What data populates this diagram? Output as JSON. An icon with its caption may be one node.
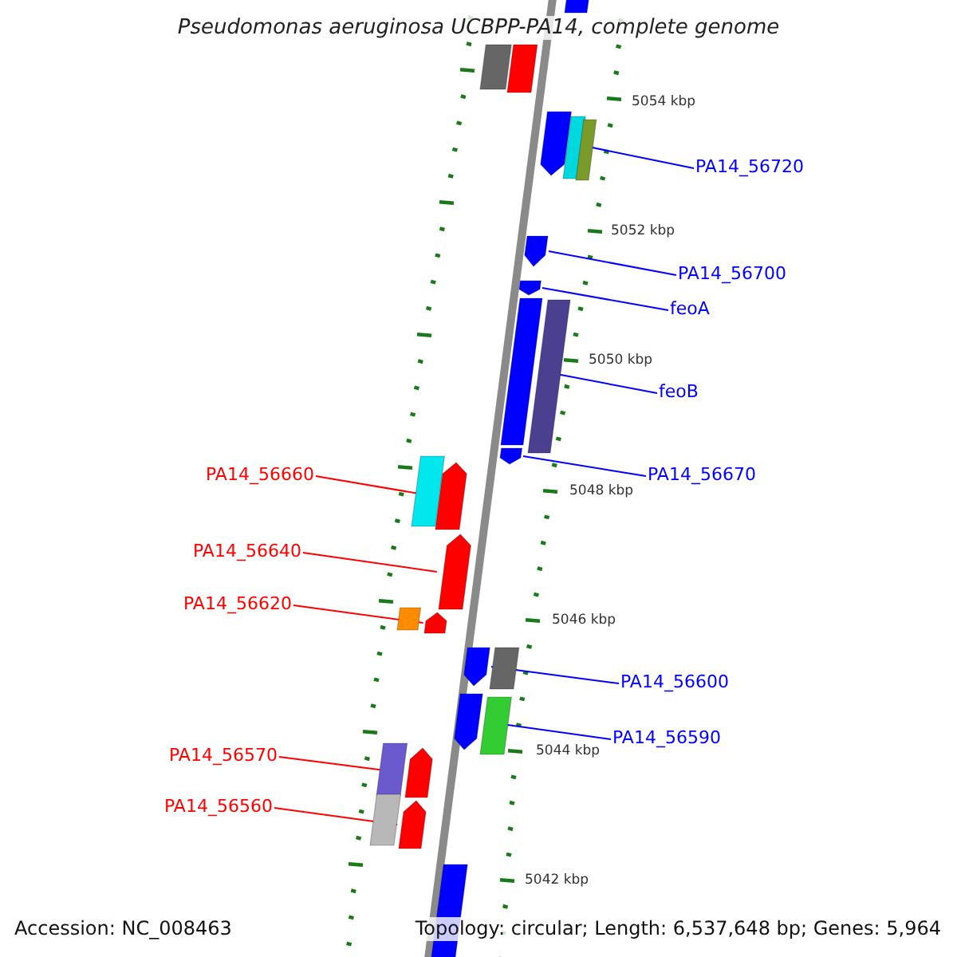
{
  "diagram": {
    "title": "Pseudomonas aeruginosa UCBPP-PA14, complete genome",
    "nodes": [
      {
        "text": [
          "PA14_56720"
        ]
      },
      {
        "text": [
          "PA14_56700"
        ]
      },
      {
        "text": [
          "feoA"
        ]
      },
      {
        "text": [
          "feoB"
        ]
      },
      {
        "text": [
          "PA14_56660"
        ]
      },
      {
        "text": [
          "PA14_56670"
        ]
      },
      {
        "text": [
          "PA14_56640"
        ]
      },
      {
        "text": [
          "PA14_56620"
        ]
      },
      {
        "text": [
          "PA14_56600"
        ]
      },
      {
        "text": [
          "PA14_56590"
        ]
      },
      {
        "text": [
          "PA14_56570"
        ]
      },
      {
        "text": [
          "PA14_56560"
        ]
      },
      {
        "text": [],
        "shape": "bar"
      },
      {
        "text": [],
        "shape": "bar"
      },
      {
        "text": [],
        "shape": "bar"
      },
      {
        "text": [],
        "shape": "arrow"
      },
      {
        "text": [],
        "shape": "bar"
      },
      {
        "text": [],
        "shape": "bar"
      },
      {
        "text": [],
        "shape": "arrow"
      },
      {
        "text": [],
        "shape": "arrow"
      },
      {
        "text": [],
        "shape": "bar"
      },
      {
        "text": [],
        "shape": "bar"
      },
      {
        "text": [],
        "shape": "arrow"
      },
      {
        "text": [],
        "shape": "bar"
      },
      {
        "text": [],
        "shape": "arrow"
      },
      {
        "text": [],
        "shape": "arrow"
      },
      {
        "text": [],
        "shape": "bar"
      },
      {
        "text": [],
        "shape": "arrow"
      },
      {
        "text": [],
        "shape": "arrow"
      },
      {
        "text": [],
        "shape": "bar"
      },
      {
        "text": [],
        "shape": "arrow"
      },
      {
        "text": [],
        "shape": "bar"
      },
      {
        "text": [],
        "shape": "bar"
      },
      {
        "text": [],
        "shape": "arrow"
      },
      {
        "text": [],
        "shape": "bar"
      },
      {
        "text": [],
        "shape": "arrow"
      },
      {
        "text": [],
        "shape": "bar"
      }
    ],
    "edges": [
      {
        "from": 0,
        "to": 15,
        "arrow": "none"
      },
      {
        "from": 1,
        "to": 18,
        "arrow": "none"
      },
      {
        "from": 2,
        "to": 19,
        "arrow": "none"
      },
      {
        "from": 3,
        "to": 21,
        "arrow": "none"
      },
      {
        "from": 4,
        "to": 24,
        "arrow": "none",
        "color": "#ff0000"
      },
      {
        "from": 5,
        "to": 22,
        "arrow": "none"
      },
      {
        "from": 6,
        "to": 25,
        "arrow": "none",
        "color": "#ff0000"
      },
      {
        "from": 7,
        "to": 27,
        "arrow": "none",
        "color": "#ff0000"
      },
      {
        "from": 8,
        "to": 28,
        "arrow": "none"
      },
      {
        "from": 9,
        "to": 30,
        "arrow": "none"
      },
      {
        "from": 10,
        "to": 33,
        "arrow": "none",
        "color": "#ff0000"
      },
      {
        "from": 11,
        "to": 35,
        "arrow": "none",
        "color": "#ff0000"
      }
    ],
    "labels": [
      "5054 kbp",
      "5052 kbp",
      "5050 kbp",
      "5048 kbp",
      "5046 kbp",
      "5044 kbp",
      "5042 kbp",
      "Accession: NC_008463",
      "Topology: circular; Length: 6,537,648 bp; Genes: 5,964"
    ]
  }
}
